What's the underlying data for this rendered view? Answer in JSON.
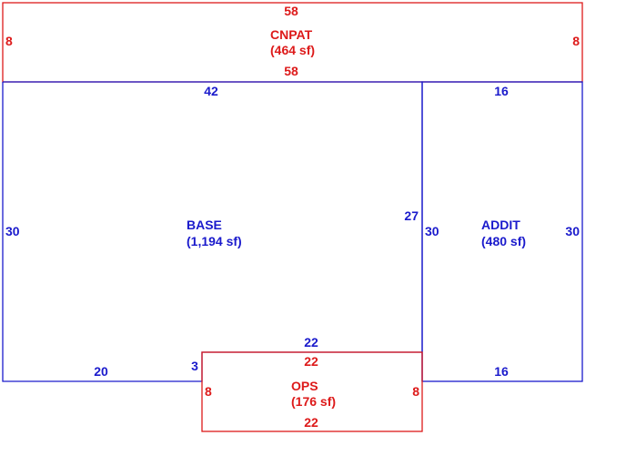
{
  "colors": {
    "base": "#1a1acc",
    "addition": "#dd1a1a"
  },
  "areas": {
    "cnpat": {
      "name": "CNPAT",
      "area": "(464 sf)",
      "dims": {
        "top": "58",
        "bottom": "58",
        "left": "8",
        "right": "8"
      }
    },
    "base": {
      "name": "BASE",
      "area": "(1,194 sf)",
      "dims": {
        "top": "42",
        "left": "30",
        "right": "27",
        "bottom_left": "20",
        "notch_vertical": "3",
        "notch_top": "22"
      }
    },
    "addit": {
      "name": "ADDIT",
      "area": "(480 sf)",
      "dims": {
        "top": "16",
        "left": "30",
        "right": "30",
        "bottom": "16"
      }
    },
    "ops": {
      "name": "OPS",
      "area": "(176 sf)",
      "dims": {
        "top": "22",
        "left": "8",
        "right": "8",
        "bottom": "22"
      }
    }
  }
}
